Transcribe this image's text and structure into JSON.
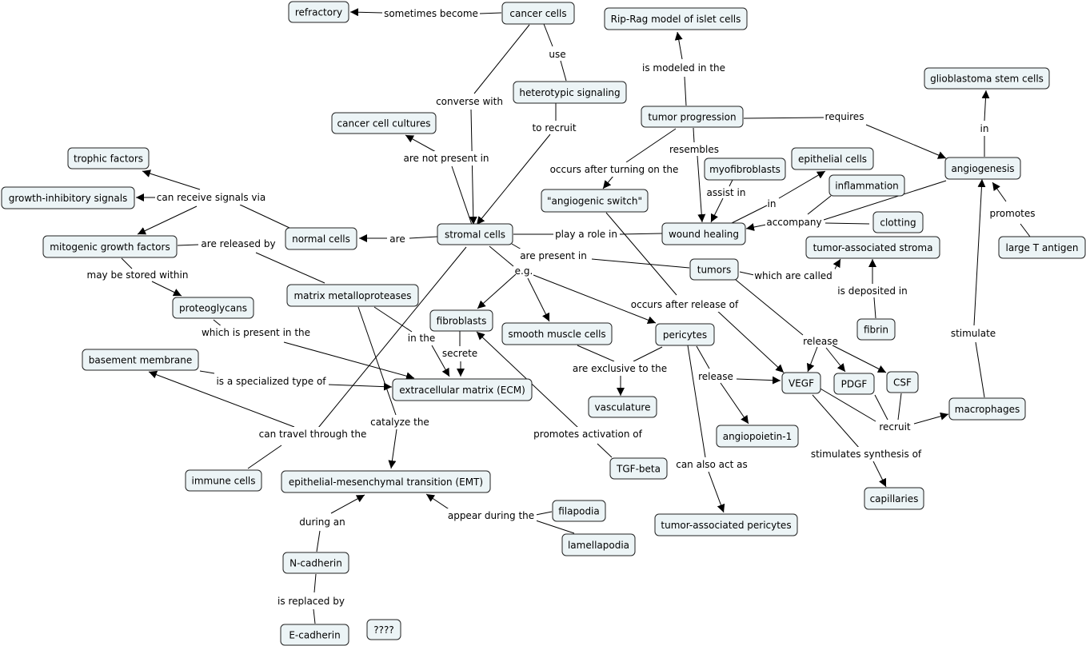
{
  "concept_map": {
    "nodes": {
      "refractory": "refractory",
      "cancer_cells": "cancer cells",
      "rip_rag": "Rip-Rag model of islet cells",
      "glioblastoma": "glioblastoma stem cells",
      "heterotypic": "heterotypic signaling",
      "tumor_progression": "tumor progression",
      "cancer_cell_cultures": "cancer cell cultures",
      "trophic_factors": "trophic factors",
      "growth_inhibitory": "growth-inhibitory signals",
      "mitogenic": "mitogenic growth factors",
      "normal_cells": "normal cells",
      "stromal_cells": "stromal cells",
      "angiogenic_switch": "\"angiogenic switch\"",
      "myofibroblasts": "myofibroblasts",
      "epithelial_cells": "epithelial cells",
      "angiogenesis": "angiogenesis",
      "inflammation": "inflammation",
      "wound_healing": "wound healing",
      "clotting": "clotting",
      "tumor_assoc_stroma": "tumor-associated stroma",
      "large_t": "large T antigen",
      "proteoglycans": "proteoglycans",
      "mmp": "matrix metalloproteases",
      "tumors": "tumors",
      "fibroblasts": "fibroblasts",
      "smooth_muscle": "smooth muscle cells",
      "pericytes": "pericytes",
      "fibrin": "fibrin",
      "basement_membrane": "basement membrane",
      "ecm": "extracellular matrix (ECM)",
      "vegf": "VEGF",
      "pdgf": "PDGF",
      "csf": "CSF",
      "vasculature": "vasculature",
      "macrophages": "macrophages",
      "angiopoietin": "angiopoietin-1",
      "tgf_beta": "TGF-beta",
      "immune_cells": "immune cells",
      "emt": "epithelial-mesenchymal transition (EMT)",
      "filapodia": "filapodia",
      "capillaries": "capillaries",
      "tumor_assoc_pericytes": "tumor-associated pericytes",
      "lamellapodia": "lamellapodia",
      "n_cadherin": "N-cadherin",
      "e_cadherin": "E-cadherin",
      "qqqq": "????"
    },
    "links": {
      "sometimes_become": "sometimes become",
      "use": "use",
      "converse_with": "converse with",
      "is_modeled_in_the": "is modeled in the",
      "requires": "requires",
      "in_glio": "in",
      "to_recruit": "to recruit",
      "resembles": "resembles",
      "are_not_present_in": "are not present in",
      "occurs_after_turning_on_the": "occurs after turning on the",
      "assist_in": "assist in",
      "can_receive_signals_via": "can receive signals via",
      "in_epi": "in",
      "promotes_angio": "promotes",
      "are_released_by": "are released by",
      "are": "are",
      "play_a_role_in": "play a role in",
      "accompany": "accompany",
      "may_be_stored_within": "may be stored within",
      "are_present_in": "are present in",
      "eg": "e.g.",
      "which_are_called": "which are called",
      "is_deposited_in": "is deposited in",
      "occurs_after_release_of": "occurs after release of",
      "which_is_present_in_the": "which is present in the",
      "in_the_ecm": "in the",
      "stimulate": "stimulate",
      "release_tumors": "release",
      "secrete": "secrete",
      "are_exclusive_to_the": "are exclusive to the",
      "release_peri": "release",
      "is_a_specialized_type_of": "is a specialized type of",
      "recruit": "recruit",
      "catalyze_the": "catalyze the",
      "can_travel_through_the": "can travel through the",
      "promotes_activation_of": "promotes activation of",
      "stimulates_synthesis_of": "stimulates synthesis of",
      "can_also_act_as": "can also act as",
      "appear_during_the": "appear during the",
      "during_an": "during an",
      "is_replaced_by": "is replaced by"
    }
  }
}
